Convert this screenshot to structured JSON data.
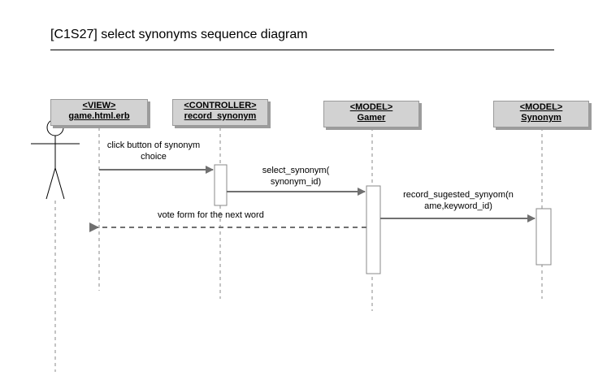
{
  "diagram": {
    "title": "[C1S27] select synonyms sequence diagram",
    "lifelines": [
      {
        "stereotype": "<VIEW>",
        "name": "game.html.erb"
      },
      {
        "stereotype": "<CONTROLLER>",
        "name": "record_synonym"
      },
      {
        "stereotype": "<MODEL>",
        "name": "Gamer"
      },
      {
        "stereotype": "<MODEL>",
        "name": "Synonym"
      }
    ],
    "messages": [
      {
        "line1": "click button of synonym",
        "line2": "choice",
        "style": "solid"
      },
      {
        "line1": "select_synonym(",
        "line2": "synonym_id)",
        "style": "solid"
      },
      {
        "line1": "record_sugested_synyom(n",
        "line2": "ame,keyword_id)",
        "style": "solid"
      },
      {
        "line1": "vote form for the next word",
        "style": "dashed-return"
      }
    ],
    "colors": {
      "box_fill": "#d2d2d2",
      "box_shadow": "#9c9c9c",
      "line": "#888888",
      "arrow": "#707070"
    }
  }
}
